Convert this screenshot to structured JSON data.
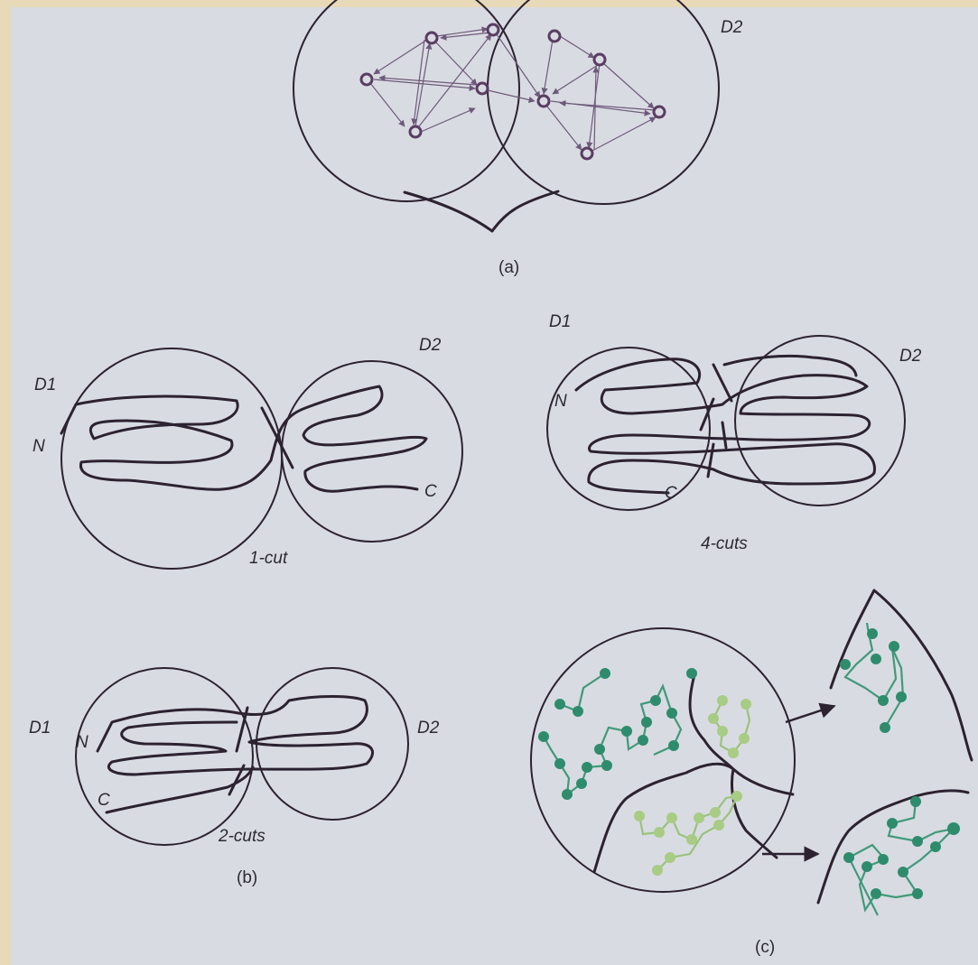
{
  "panel_a": {
    "caption": "(a)",
    "domain2_label": "D2"
  },
  "panel_b_top": {
    "domain1_label": "D1",
    "domain2_label": "D2",
    "n_term": "N",
    "c_term": "C",
    "cut_label": "1-cut"
  },
  "panel_b_bottom": {
    "domain1_label": "D1",
    "domain2_label": "D2",
    "n_term": "N",
    "c_term": "C",
    "cut_label": "2-cuts",
    "caption": "(b)"
  },
  "panel_4cut": {
    "domain1_label": "D1",
    "domain2_label": "D2",
    "n_term": "N",
    "c_term": "C",
    "cut_label": "4-cuts"
  },
  "panel_c": {
    "caption": "(c)"
  },
  "colors": {
    "background": "#d9dbe2",
    "ink": "#2c2230",
    "node": "#5a3d62",
    "green_dark": "#2e8c6c",
    "green_light": "#a8cc84"
  }
}
